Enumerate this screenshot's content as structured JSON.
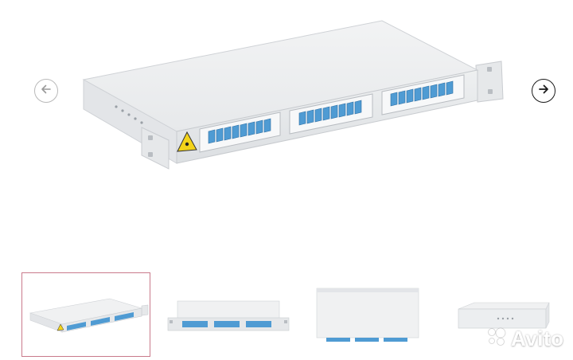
{
  "gallery": {
    "selected_index": 0,
    "thumbnail_count": 4,
    "prev_icon": "arrow-left-icon",
    "next_icon": "arrow-right-icon",
    "main_image": "rack-mount-fiber-patch-panel-front-view",
    "thumbnails": [
      {
        "icon": "patch-panel-front-angle-thumb"
      },
      {
        "icon": "patch-panel-front-straight-thumb"
      },
      {
        "icon": "patch-panel-top-view-thumb"
      },
      {
        "icon": "patch-panel-rear-view-thumb"
      }
    ]
  },
  "watermark": {
    "text": "Avito"
  },
  "colors": {
    "selected_border": "#c97a8b",
    "panel_body": "#f0f1f2",
    "adapter_blue": "#4f9bd3",
    "warning_yellow": "#f3d31a"
  }
}
